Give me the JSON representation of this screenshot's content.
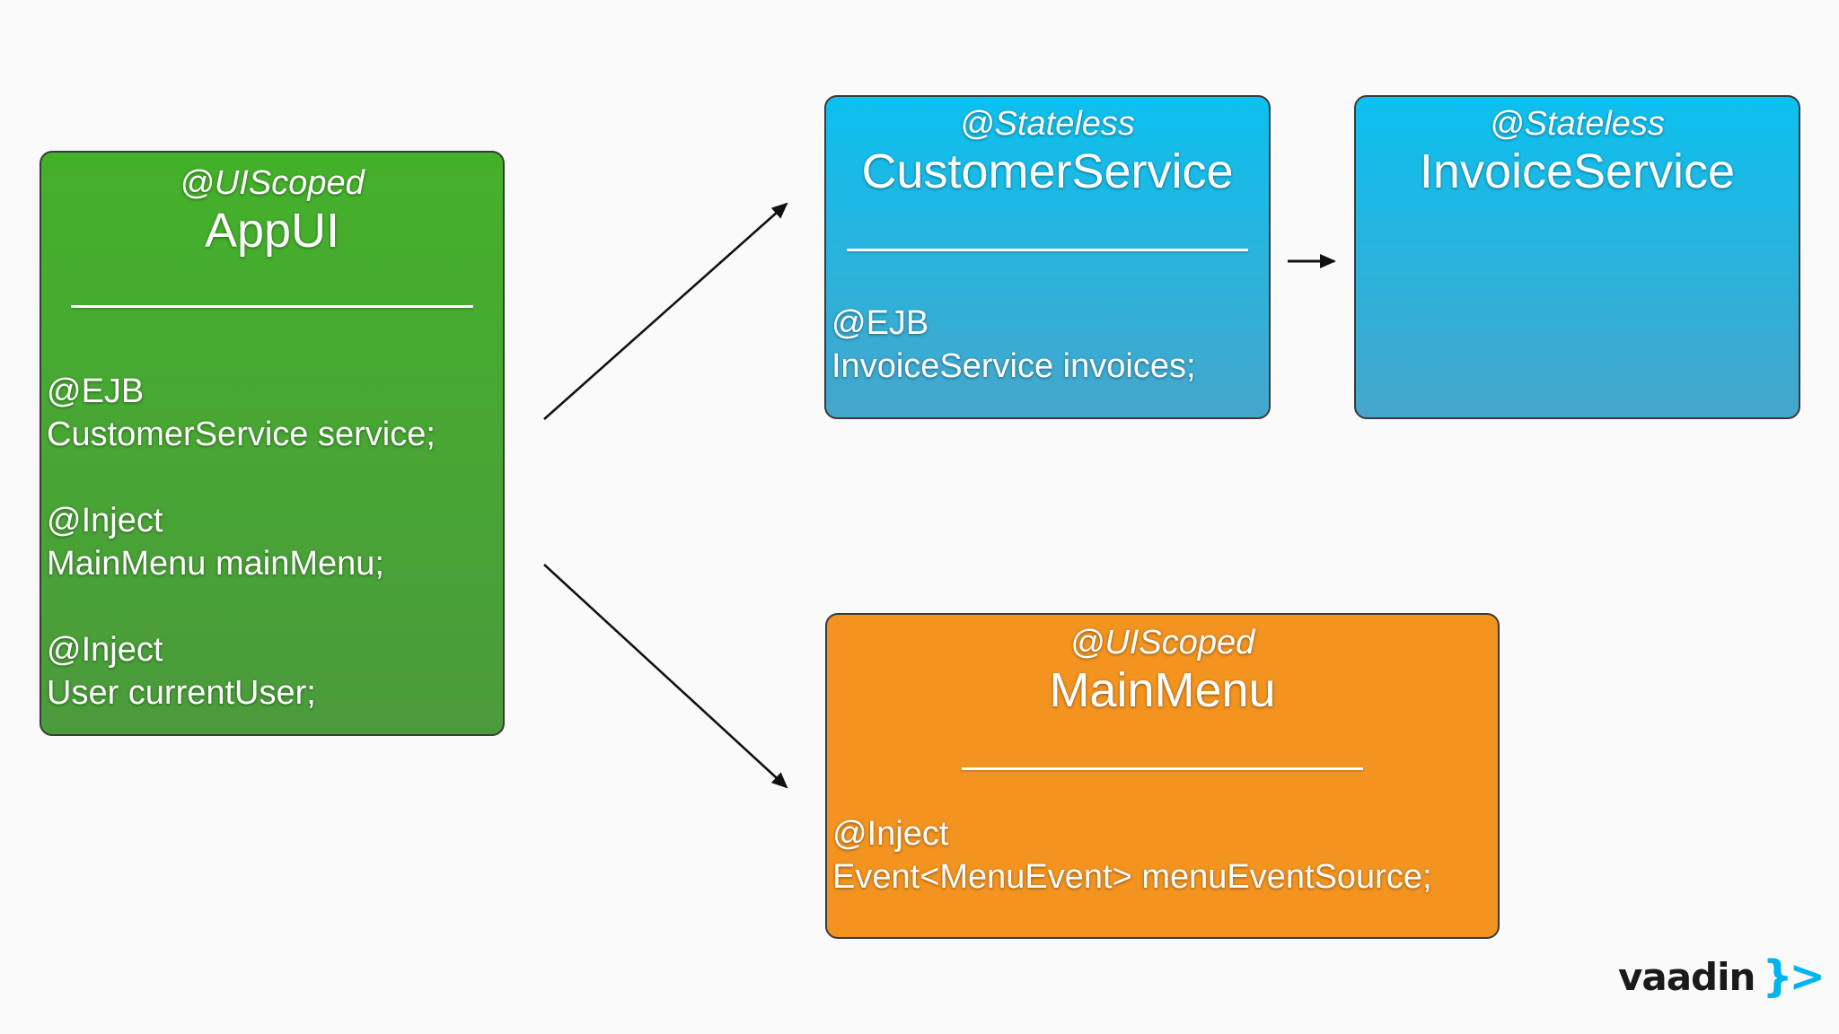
{
  "boxes": {
    "appui": {
      "stereotype": "@UIScoped",
      "name": "AppUI",
      "fields": [
        {
          "annotation": "@EJB",
          "declaration": "CustomerService service;"
        },
        {
          "annotation": "@Inject",
          "declaration": "MainMenu mainMenu;"
        },
        {
          "annotation": "@Inject",
          "declaration": "User currentUser;"
        }
      ],
      "color": "#44b12a"
    },
    "customer_service": {
      "stereotype": "@Stateless",
      "name": "CustomerService",
      "fields": [
        {
          "annotation": "@EJB",
          "declaration": "InvoiceService invoices;"
        }
      ],
      "color": "#0cc0ef"
    },
    "invoice_service": {
      "stereotype": "@Stateless",
      "name": "InvoiceService",
      "color": "#0cc0ef"
    },
    "main_menu": {
      "stereotype": "@UIScoped",
      "name": "MainMenu",
      "fields": [
        {
          "annotation": "@Inject",
          "declaration": "Event<MenuEvent> menuEventSource;"
        }
      ],
      "color": "#f39320"
    }
  },
  "logo": {
    "text": "vaadin",
    "mark": "}>",
    "mark_color": "#00b4f0"
  }
}
